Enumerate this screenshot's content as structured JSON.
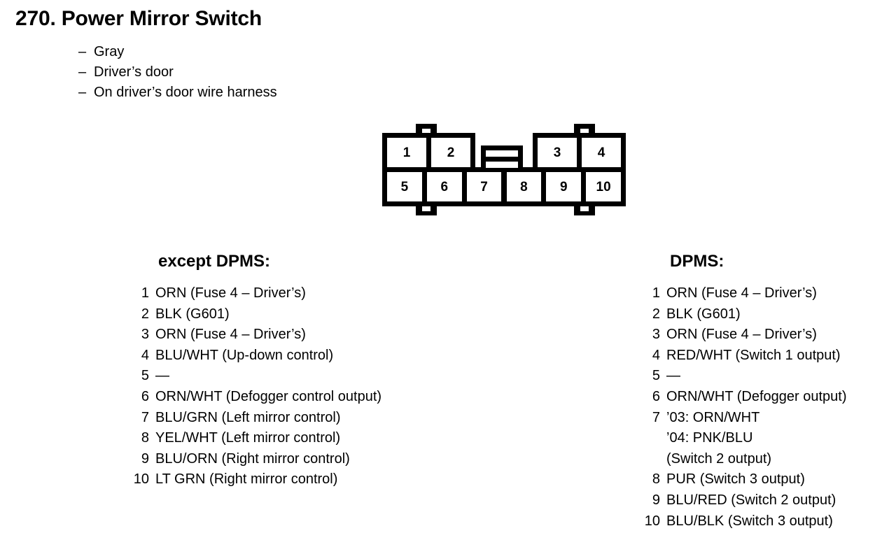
{
  "title": "270. Power Mirror Switch",
  "bullets": [
    "Gray",
    "Driver’s door",
    "On driver’s door wire harness"
  ],
  "dash": "–",
  "connector": {
    "top_row": [
      "1",
      "2",
      "3",
      "4"
    ],
    "bottom_row": [
      "5",
      "6",
      "7",
      "8",
      "9",
      "10"
    ]
  },
  "lists": [
    {
      "heading": "except DPMS:",
      "pins": [
        {
          "num": "1",
          "desc": "ORN (Fuse 4 – Driver’s)"
        },
        {
          "num": "2",
          "desc": "BLK (G601)"
        },
        {
          "num": "3",
          "desc": "ORN (Fuse 4 – Driver’s)"
        },
        {
          "num": "4",
          "desc": "BLU/WHT (Up-down control)"
        },
        {
          "num": "5",
          "desc": "—"
        },
        {
          "num": "6",
          "desc": "ORN/WHT (Defogger control output)"
        },
        {
          "num": "7",
          "desc": "BLU/GRN (Left mirror control)"
        },
        {
          "num": "8",
          "desc": "YEL/WHT (Left mirror control)"
        },
        {
          "num": "9",
          "desc": "BLU/ORN (Right mirror control)"
        },
        {
          "num": "10",
          "desc": "LT GRN (Right mirror control)"
        }
      ]
    },
    {
      "heading": "DPMS:",
      "pins": [
        {
          "num": "1",
          "desc": "ORN (Fuse 4 – Driver’s)"
        },
        {
          "num": "2",
          "desc": "BLK (G601)"
        },
        {
          "num": "3",
          "desc": "ORN (Fuse 4 – Driver’s)"
        },
        {
          "num": "4",
          "desc": "RED/WHT (Switch 1 output)"
        },
        {
          "num": "5",
          "desc": "—"
        },
        {
          "num": "6",
          "desc": "ORN/WHT (Defogger output)"
        },
        {
          "num": "7",
          "desc": "’03: ORN/WHT",
          "extra": [
            "’04: PNK/BLU",
            "(Switch 2 output)"
          ]
        },
        {
          "num": "8",
          "desc": "PUR (Switch 3 output)"
        },
        {
          "num": "9",
          "desc": "BLU/RED (Switch 2 output)"
        },
        {
          "num": "10",
          "desc": "BLU/BLK (Switch 3 output)"
        }
      ]
    }
  ]
}
